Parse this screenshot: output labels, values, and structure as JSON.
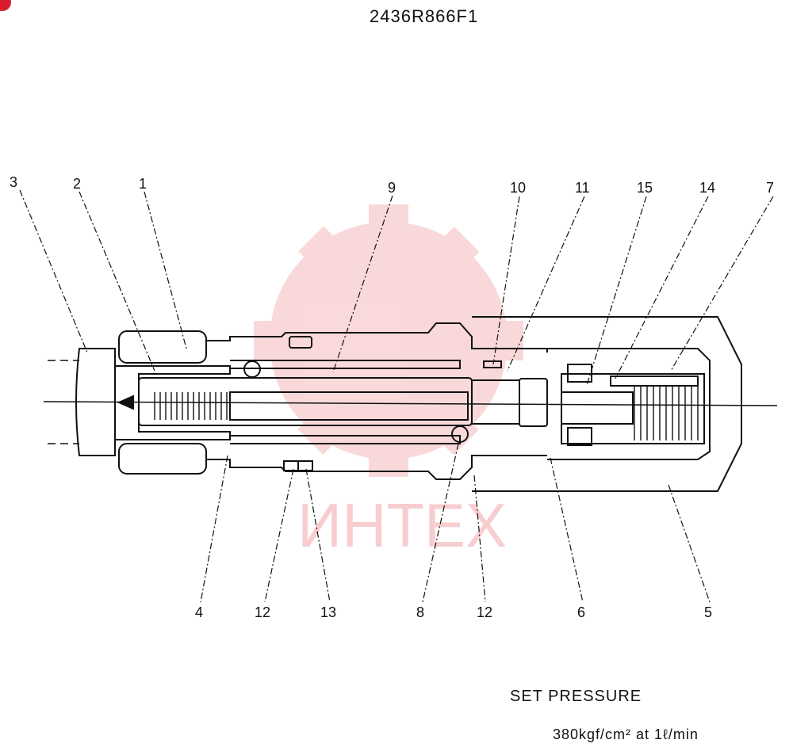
{
  "title": "2436R866F1",
  "watermark": {
    "text": "ИНТЕХ",
    "color": "#e8505a"
  },
  "part_labels": {
    "p1": "1",
    "p2": "2",
    "p3": "3",
    "p4": "4",
    "p5": "5",
    "p6": "6",
    "p7": "7",
    "p8": "8",
    "p9": "9",
    "p10": "10",
    "p11": "11",
    "p12a": "12",
    "p12b": "12",
    "p13": "13",
    "p14": "14",
    "p15": "15"
  },
  "set_pressure": {
    "label": "SET PRESSURE",
    "value": "380kgf/cm² at 1ℓ/min"
  }
}
